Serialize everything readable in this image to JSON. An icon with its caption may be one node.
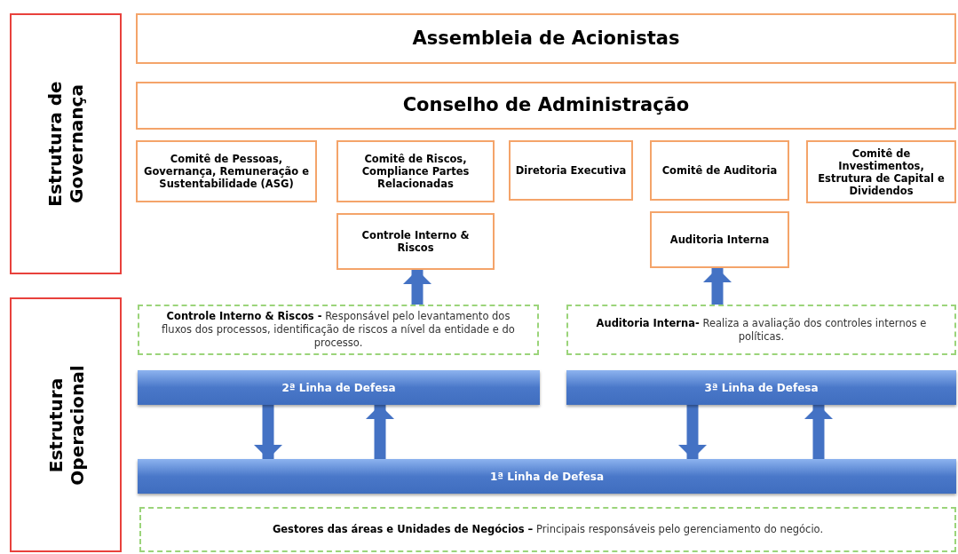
{
  "diagram": {
    "nodes": [
      {
        "text": [
          "Estrutura de Governança"
        ]
      },
      {
        "text": [
          "Assembleia de Acionistas"
        ]
      },
      {
        "text": [
          "Conselho de Administração"
        ]
      },
      {
        "text": [
          "Comitê de Pessoas, Governança, Remuneração e Sustentabilidade (ASG)"
        ]
      },
      {
        "text": [
          "Comitê de Riscos, Compliance Partes Relacionadas"
        ]
      },
      {
        "text": [
          "Diretoria Executiva"
        ]
      },
      {
        "text": [
          "Comitê de Auditoria"
        ]
      },
      {
        "text": [
          "Comitê de Investimentos, Estrutura de Capital e Dividendos"
        ]
      },
      {
        "text": [
          "Controle Interno & Riscos"
        ]
      },
      {
        "text": [
          "Auditoria Interna"
        ]
      },
      {
        "text": [
          "Estrutura Operacional"
        ]
      },
      {
        "text": [
          "**Controle Interno & Riscos -** Responsável pelo levantamento dos fluxos dos processos, identificação de riscos a nível da entidade e do processo."
        ]
      },
      {
        "text": [
          "**Auditoria Interna-** Realiza a avaliação dos controles internos e políticas."
        ]
      },
      {
        "text": [
          "2ª Linha de Defesa"
        ]
      },
      {
        "text": [
          "3ª Linha de Defesa"
        ]
      },
      {
        "text": [
          "1ª Linha de Defesa"
        ]
      },
      {
        "text": [
          "**Gestores das áreas e Unidades de Negócios –** Principais responsáveis pelo gerenciamento do negócio."
        ]
      }
    ],
    "edges": [
      {
        "from": 11,
        "to": 8,
        "arrow": "to"
      },
      {
        "from": 12,
        "to": 9,
        "arrow": "to"
      },
      {
        "from": 13,
        "to": 15,
        "arrow": "to"
      },
      {
        "from": 15,
        "to": 13,
        "arrow": "to"
      },
      {
        "from": 14,
        "to": 15,
        "arrow": "to"
      },
      {
        "from": 15,
        "to": 14,
        "arrow": "to"
      }
    ]
  }
}
